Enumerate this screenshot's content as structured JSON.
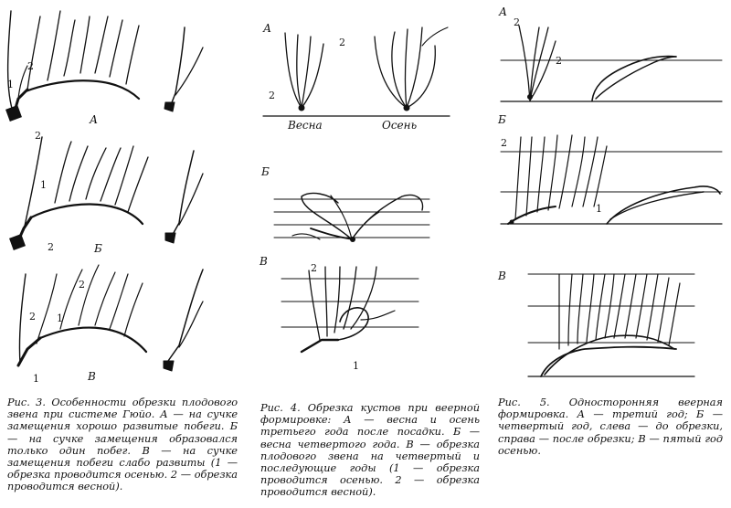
{
  "fig3": {
    "labels": {
      "a": "А",
      "b": "Б",
      "v": "В",
      "n1": "1",
      "n2": "2"
    },
    "caption": "Рис. 3. Особенности обрезки плодового звена при системе Гюйо. А — на сучке замещения хорошо развитые побеги. Б — на сучке замещения образовался только один побег. В — на сучке замещения побеги слабо развиты (1 — обрезка проводится осенью. 2 — обрезка проводится весной)."
  },
  "fig4": {
    "labels": {
      "a": "А",
      "b": "Б",
      "v": "В",
      "n1": "1",
      "n2": "2",
      "spring": "Весна",
      "autumn": "Осень"
    },
    "caption": "Рис. 4. Обрезка кустов при веерной формировке: А — весна и осень третьего года после посадки. Б — весна четвертого года. В — обрезка плодового звена на четвертый и последующие годы (1 — обрезка проводится осенью. 2 — обрезка проводится весной)."
  },
  "fig5": {
    "labels": {
      "a": "А",
      "b": "Б",
      "v": "В",
      "n1": "1",
      "n2": "2"
    },
    "caption": "Рис. 5. Односторонняя веерная формировка. А — третий год; Б — четвертый год, слева — до обрезки, справа — после обрезки; В — пятый год осенью."
  },
  "colors": {
    "ink": "#111111",
    "paper": "#ffffff"
  }
}
